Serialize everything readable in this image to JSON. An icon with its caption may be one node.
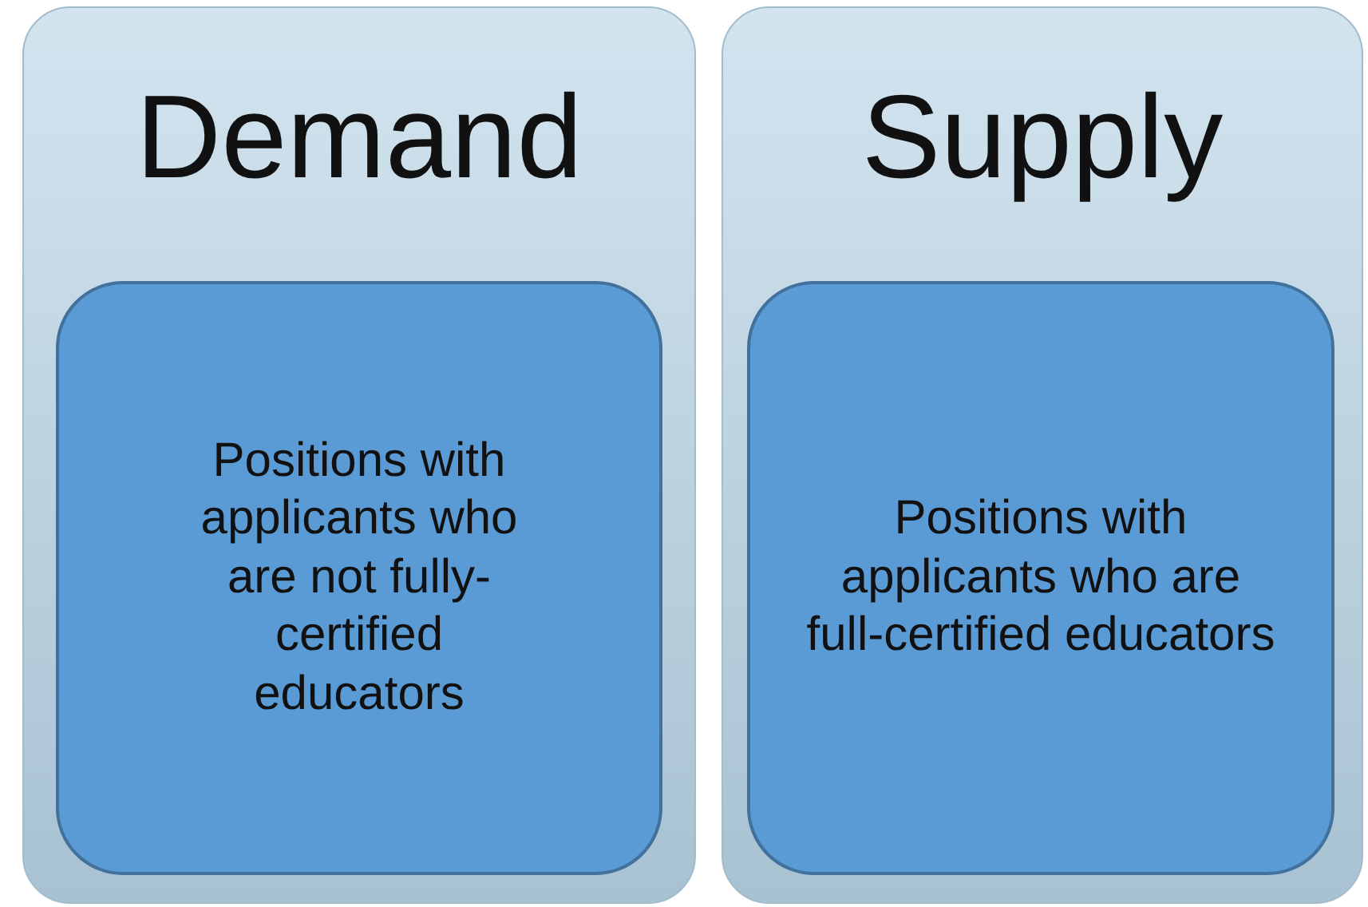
{
  "diagram": {
    "nodes": [
      {
        "text": [
          "Demand"
        ]
      },
      {
        "text": [
          "Positions with applicants who are not fully-certified educators"
        ],
        "in": 0
      },
      {
        "text": [
          "Supply"
        ]
      },
      {
        "text": [
          "Positions with applicants who are full-certified educators"
        ],
        "in": 2
      }
    ]
  }
}
